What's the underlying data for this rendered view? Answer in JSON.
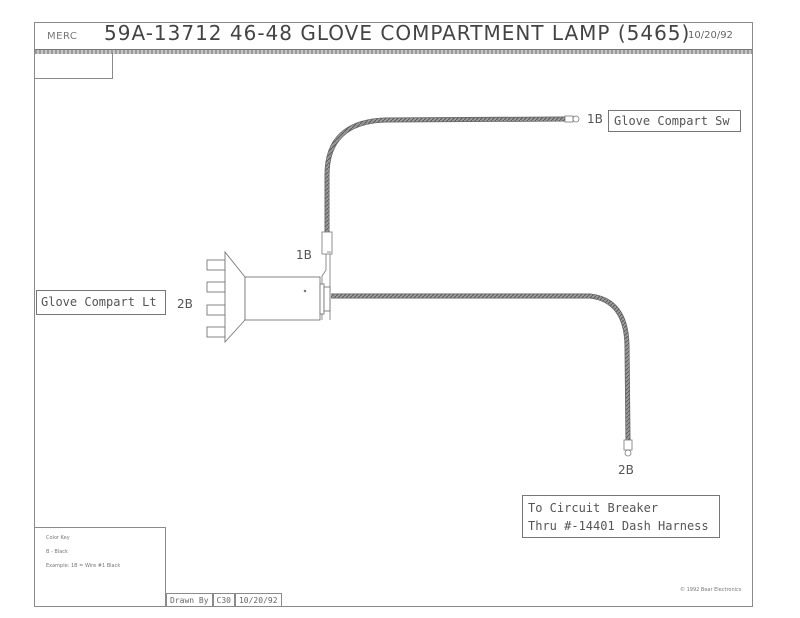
{
  "header": {
    "make": "MERC",
    "title": "59A-13712  46-48 GLOVE COMPARTMENT LAMP (5465)",
    "date": "10/20/92"
  },
  "components": {
    "lamp": {
      "label": "Glove Compart Lt",
      "wire_label": "2B"
    },
    "switch": {
      "label": "Glove Compart Sw",
      "wire_label": "1B"
    },
    "breaker": {
      "line1": "To Circuit Breaker",
      "line2": "Thru #-14401 Dash Harness",
      "wire_label": "2B"
    }
  },
  "wires": [
    {
      "id": "1B",
      "label": "1B",
      "from": "Glove Compart Lt",
      "to": "Glove Compart Sw"
    },
    {
      "id": "2B",
      "label": "2B",
      "from": "Glove Compart Lt",
      "to": "To Circuit Breaker"
    }
  ],
  "color_key": {
    "title": "Color Key",
    "entries": [
      "B - Black"
    ],
    "example": "Example: 1B = Wire #1 Black"
  },
  "footer": {
    "drawn_by_label": "Drawn By",
    "drawn_by": "C30",
    "date": "10/20/92",
    "copyright": "© 1992 Bear Electronics"
  },
  "colors": {
    "line": "#8a8a8a",
    "wire": "#7a7a7a",
    "text": "#555555"
  }
}
